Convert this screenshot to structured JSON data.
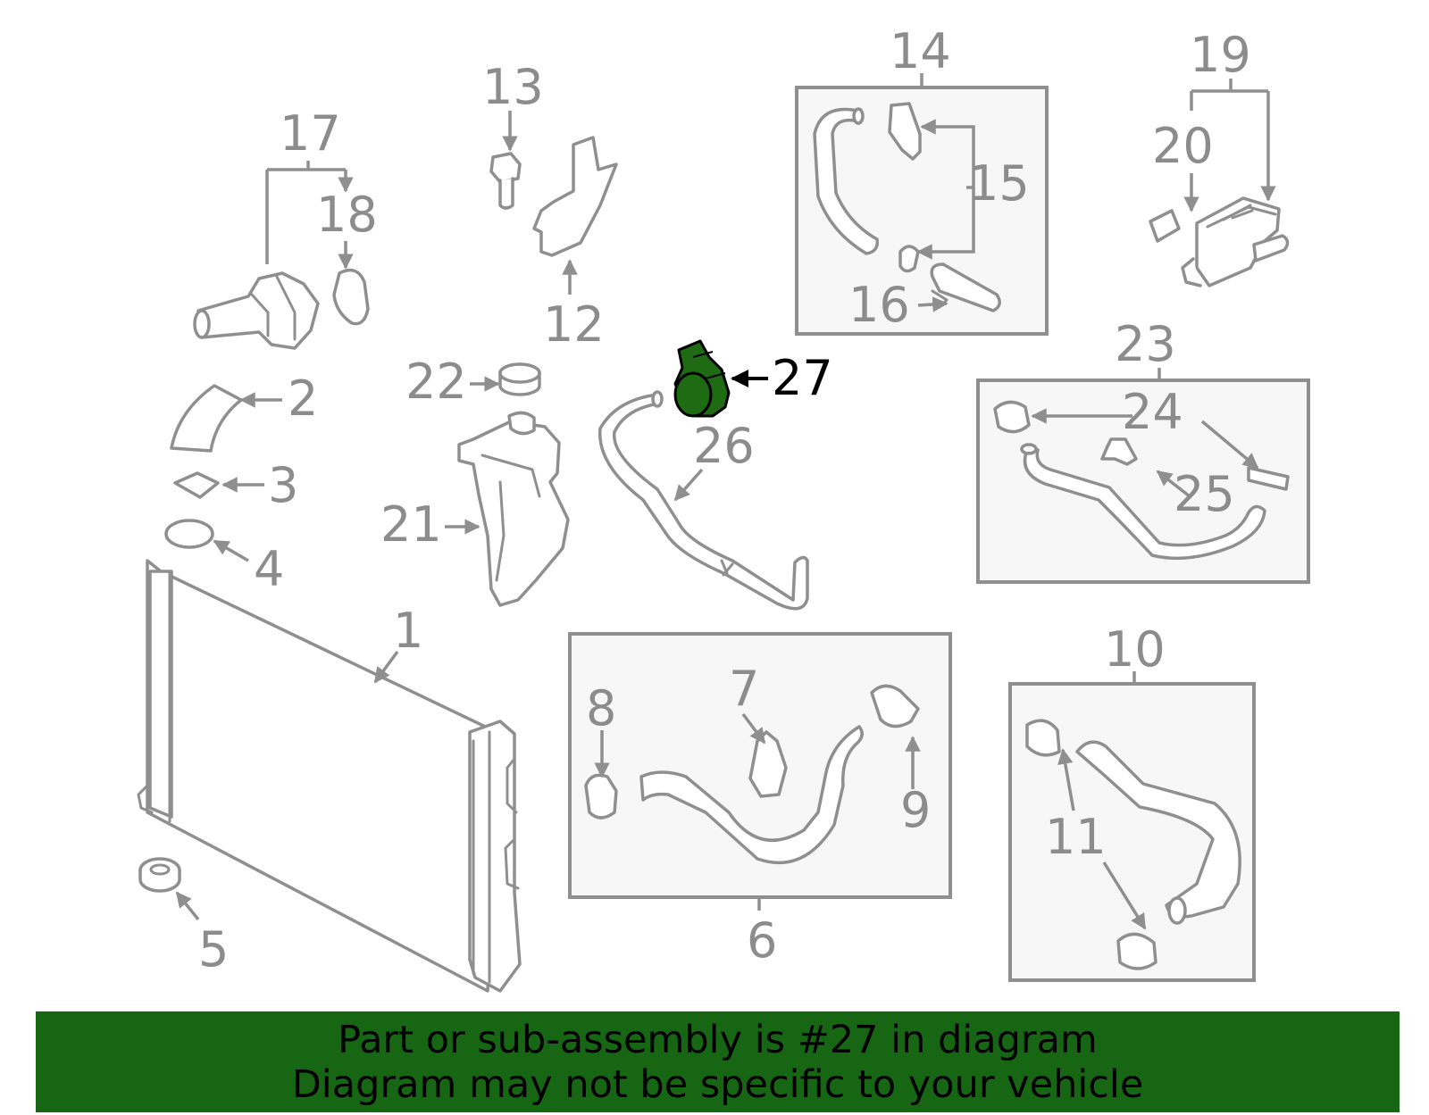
{
  "callouts": [
    "1",
    "2",
    "3",
    "4",
    "5",
    "6",
    "7",
    "8",
    "9",
    "10",
    "11",
    "12",
    "13",
    "14",
    "15",
    "16",
    "17",
    "18",
    "19",
    "20",
    "21",
    "22",
    "23",
    "24",
    "25",
    "26",
    "27"
  ],
  "highlight": {
    "part_number": "27",
    "color": "#1e6b14"
  },
  "colors": {
    "line_art": "#8f8f8f",
    "box_fill": "#f7f7f7",
    "banner": "#176614"
  },
  "banner": {
    "line1": "Part or sub-assembly is #27 in diagram",
    "line2": "Diagram may not be specific to your vehicle"
  }
}
